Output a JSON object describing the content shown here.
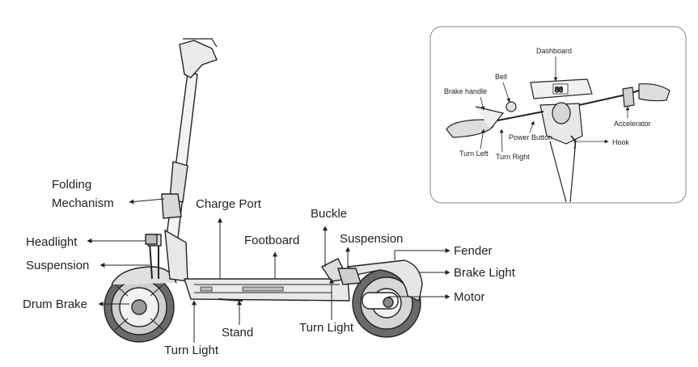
{
  "colors": {
    "line": "#222222",
    "tire": "#555555",
    "body": "#e9e9e9",
    "inset_border": "#8a8a8a"
  },
  "main_labels": {
    "folding_mechanism": [
      "Folding",
      "Mechanism"
    ],
    "charge_port": "Charge Port",
    "buckle": "Buckle",
    "footboard": "Footboard",
    "suspension_rear": "Suspension",
    "fender": "Fender",
    "headlight": "Headlight",
    "suspension_front": "Suspension",
    "brake_light": "Brake Light",
    "motor": "Motor",
    "drum_brake": "Drum Brake",
    "stand": "Stand",
    "turn_light_rear": "Turn Light",
    "turn_light_front": "Turn Light"
  },
  "inset_labels": {
    "dashboard": "Dashboard",
    "bell": "Bell",
    "brake_handle": "Brake handle",
    "accelerator": "Accelerator",
    "power_button": "Power Button",
    "hook": "Hook",
    "turn_left": "Turn Left",
    "turn_right": "Turn Right"
  },
  "dashboard_readout": "88"
}
